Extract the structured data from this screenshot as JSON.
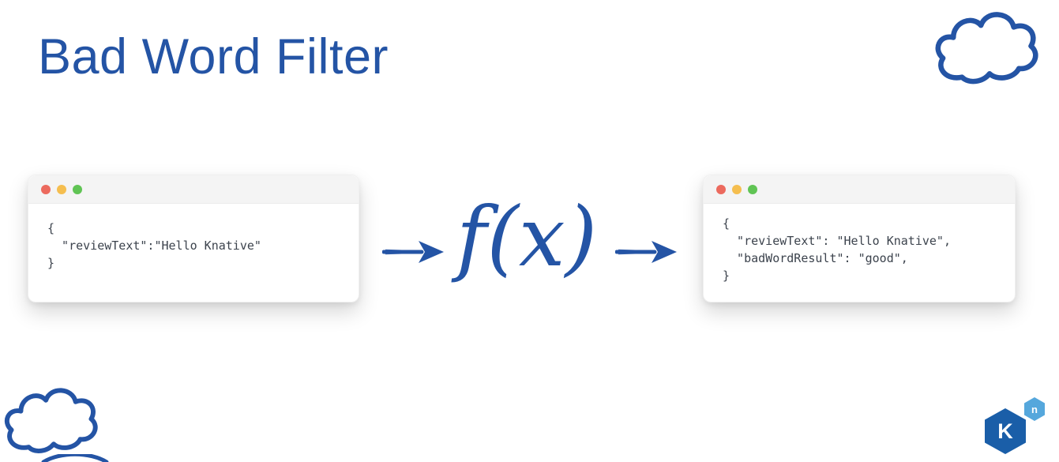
{
  "slide": {
    "title": "Bad Word Filter",
    "function_label": "f(x)"
  },
  "colors": {
    "brand_blue": "#2454A5",
    "code_text": "#3C434D",
    "titlebar_bg": "#F4F4F4",
    "dot_red": "#EC6A5E",
    "dot_yellow": "#F5BE4F",
    "dot_green": "#60C454",
    "logo_dark_blue": "#1A5EA8",
    "logo_light_blue": "#55A7DC"
  },
  "icons": {
    "cloud": "cloud-doodle",
    "arrow": "hand-drawn-right-arrow",
    "window_dots": [
      "close",
      "minimize",
      "maximize"
    ]
  },
  "input_window": {
    "code_lines": [
      "{",
      "  \"reviewText\":\"Hello Knative\"",
      "}"
    ]
  },
  "output_window": {
    "code_lines": [
      "{",
      "  \"reviewText\": \"Hello Knative\",",
      "  \"badWordResult\": \"good\",",
      "}"
    ]
  },
  "logo": {
    "letter_main": "K",
    "letter_small": "n"
  }
}
